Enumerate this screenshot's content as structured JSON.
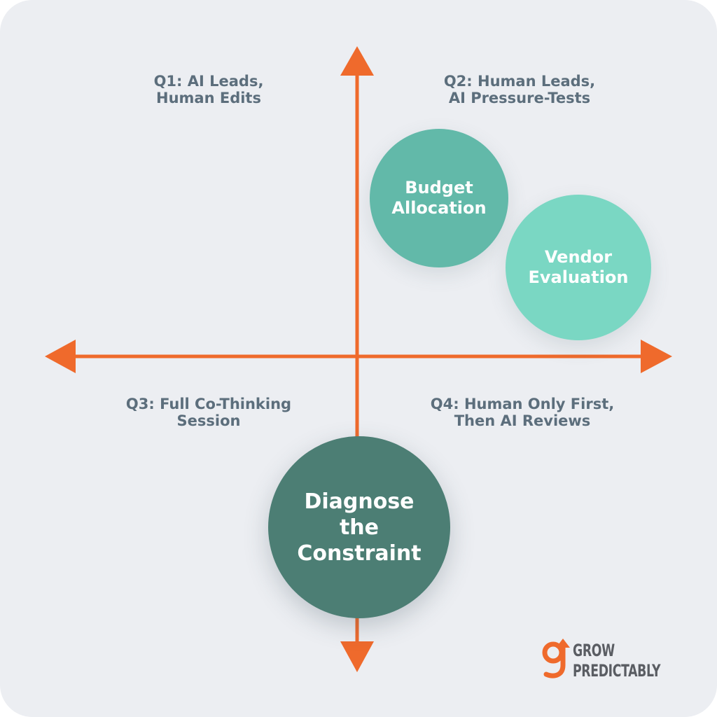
{
  "quadrants": {
    "q1": "Q1: AI Leads,\nHuman Edits",
    "q2": "Q2: Human Leads,\nAI Pressure-Tests",
    "q3": "Q3: Full Co-Thinking\nSession",
    "q4": "Q4: Human Only First,\nThen AI Reviews"
  },
  "bubbles": {
    "budget": "Budget\nAllocation",
    "vendor": "Vendor\nEvaluation",
    "diagnose": "Diagnose\nthe\nConstraint"
  },
  "brand": {
    "line1": "GROW",
    "line2": "PREDICTABLY"
  },
  "colors": {
    "background": "#eceef2",
    "axis": "#ef6a2c",
    "label": "#5c6e7c",
    "budget_bubble": "#62b9a9",
    "vendor_bubble": "#7ad7c3",
    "diagnose_bubble": "#4c7e74"
  }
}
